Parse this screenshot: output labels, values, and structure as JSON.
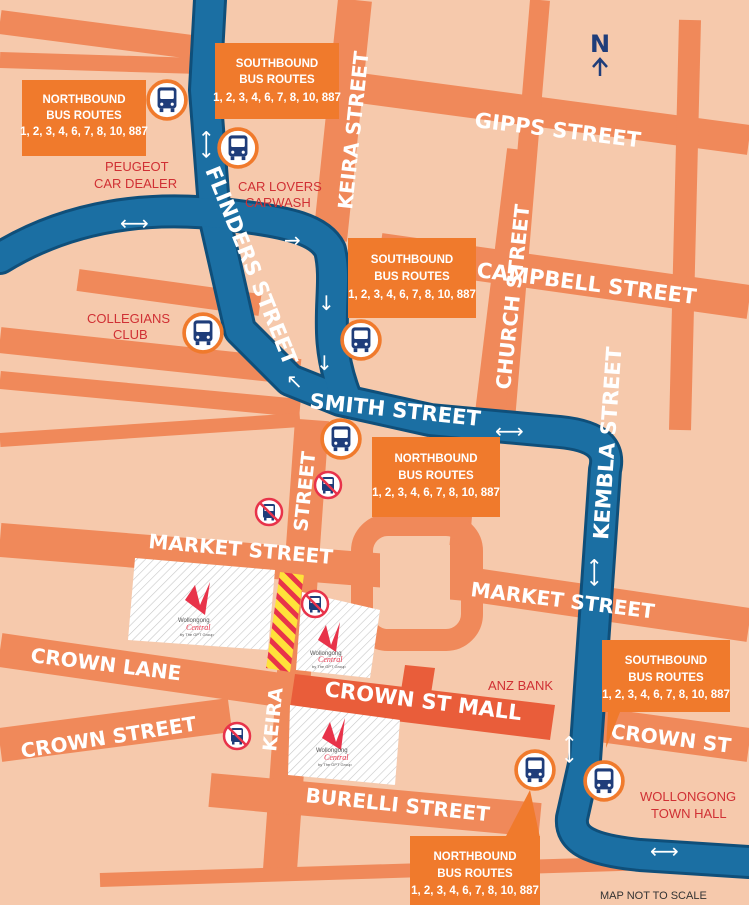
{
  "streets": {
    "gipps": "GIPPS STREET",
    "keira_north": "KEIRA STREET",
    "church": "CHURCH STREET",
    "campbell": "CAMPBELL STREET",
    "flinders": "FLINDERS STREET",
    "smith": "SMITH STREET",
    "kembla": "KEMBLA STREET",
    "keira_mid": "STREET",
    "market_west": "MARKET STREET",
    "market_east": "MARKET STREET",
    "crown_lane": "CROWN LANE",
    "crown_street": "CROWN STREET",
    "keira_south": "KEIRA",
    "crown_mall": "CROWN ST MALL",
    "crown_st_east": "CROWN ST",
    "burelli": "BURELLI STREET"
  },
  "places": {
    "peugeot_1": "PEUGEOT",
    "peugeot_2": "CAR DEALER",
    "carlovers_1": "CAR LOVERS",
    "carlovers_2": "CARWASH",
    "collegians_1": "COLLEGIANS",
    "collegians_2": "CLUB",
    "anz": "ANZ BANK",
    "townhall_1": "WOLLONGONG",
    "townhall_2": "TOWN HALL"
  },
  "brand": {
    "line1": "Wollongong",
    "line2": "Central",
    "line3": "by The GPT Group"
  },
  "north_label": "N",
  "footer_note": "MAP NOT TO SCALE",
  "boxes": {
    "b1": {
      "l1": "NORTHBOUND",
      "l2": "BUS ROUTES",
      "l3": "1, 2, 3, 4, 6, 7, 8, 10, 887"
    },
    "b2": {
      "l1": "SOUTHBOUND",
      "l2": "BUS ROUTES",
      "l3": "1, 2, 3, 4, 6, 7, 8, 10, 887"
    },
    "b3": {
      "l1": "SOUTHBOUND",
      "l2": "BUS ROUTES",
      "l3": "1, 2, 3, 4, 6, 7, 8, 10, 887"
    },
    "b4": {
      "l1": "NORTHBOUND",
      "l2": "BUS ROUTES",
      "l3": "1, 2, 3, 4, 6, 7, 8, 10, 887"
    },
    "b5": {
      "l1": "SOUTHBOUND",
      "l2": "BUS ROUTES",
      "l3": "1, 2, 3, 4, 6, 7, 8, 10, 887"
    },
    "b6": {
      "l1": "NORTHBOUND",
      "l2": "BUS ROUTES",
      "l3": "1, 2, 3, 4, 6, 7, 8, 10, 887"
    }
  },
  "colors": {
    "background": "#f6c9ac",
    "road": "#f0895a",
    "bus_route": "#1b6fa3",
    "callout": "#f07a2c",
    "poi_text": "#d03034"
  }
}
